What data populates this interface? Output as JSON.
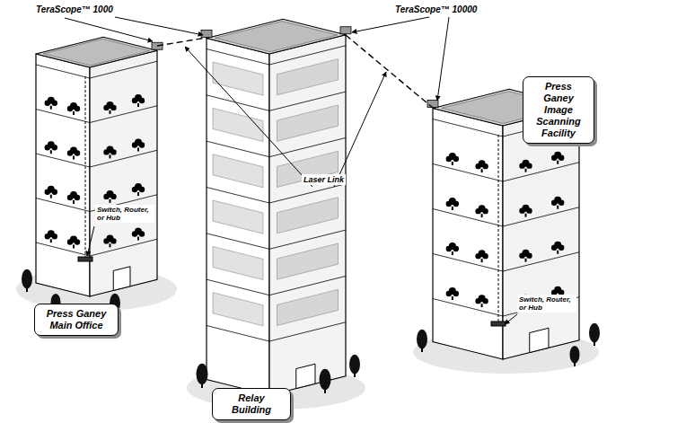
{
  "diagram": {
    "nodes": [
      {
        "text": [
          "Press Ganey Main Office"
        ]
      },
      {
        "text": [
          "Relay Building"
        ]
      },
      {
        "text": [
          "Press Ganey Image Scanning Facility"
        ]
      }
    ],
    "edges": [
      {
        "from": 0,
        "to": 1,
        "arrow": "none"
      },
      {
        "from": 1,
        "to": 2,
        "arrow": "none"
      }
    ],
    "labels": [
      "TeraScope™ 1000",
      "TeraScope™ 10000",
      "Switch, Router, or Hub",
      "Laser Link",
      "Switch, Router, or Hub"
    ]
  }
}
